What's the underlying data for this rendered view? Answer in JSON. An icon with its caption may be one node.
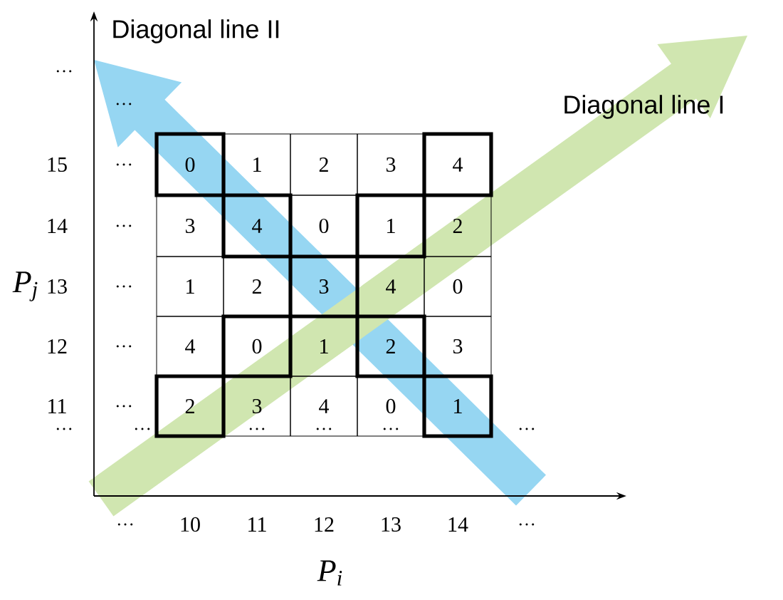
{
  "diagram": {
    "labels": [
      "Diagonal line II",
      "…",
      "…",
      "Diagonal line I",
      "15",
      "…",
      "0",
      "1",
      "2",
      "3",
      "4",
      "14",
      "…",
      "3",
      "4",
      "0",
      "1",
      "2",
      "P$_{j}$",
      "13",
      "…",
      "1",
      "2",
      "3",
      "4",
      "0",
      "12",
      "…",
      "4",
      "0",
      "1",
      "2",
      "3",
      "11",
      "…",
      "2",
      "3",
      "4",
      "0",
      "1",
      "…",
      "…",
      "…",
      "…",
      "…",
      "…",
      "…",
      "10",
      "11",
      "12",
      "13",
      "14",
      "…",
      "P$_{i}$"
    ]
  }
}
